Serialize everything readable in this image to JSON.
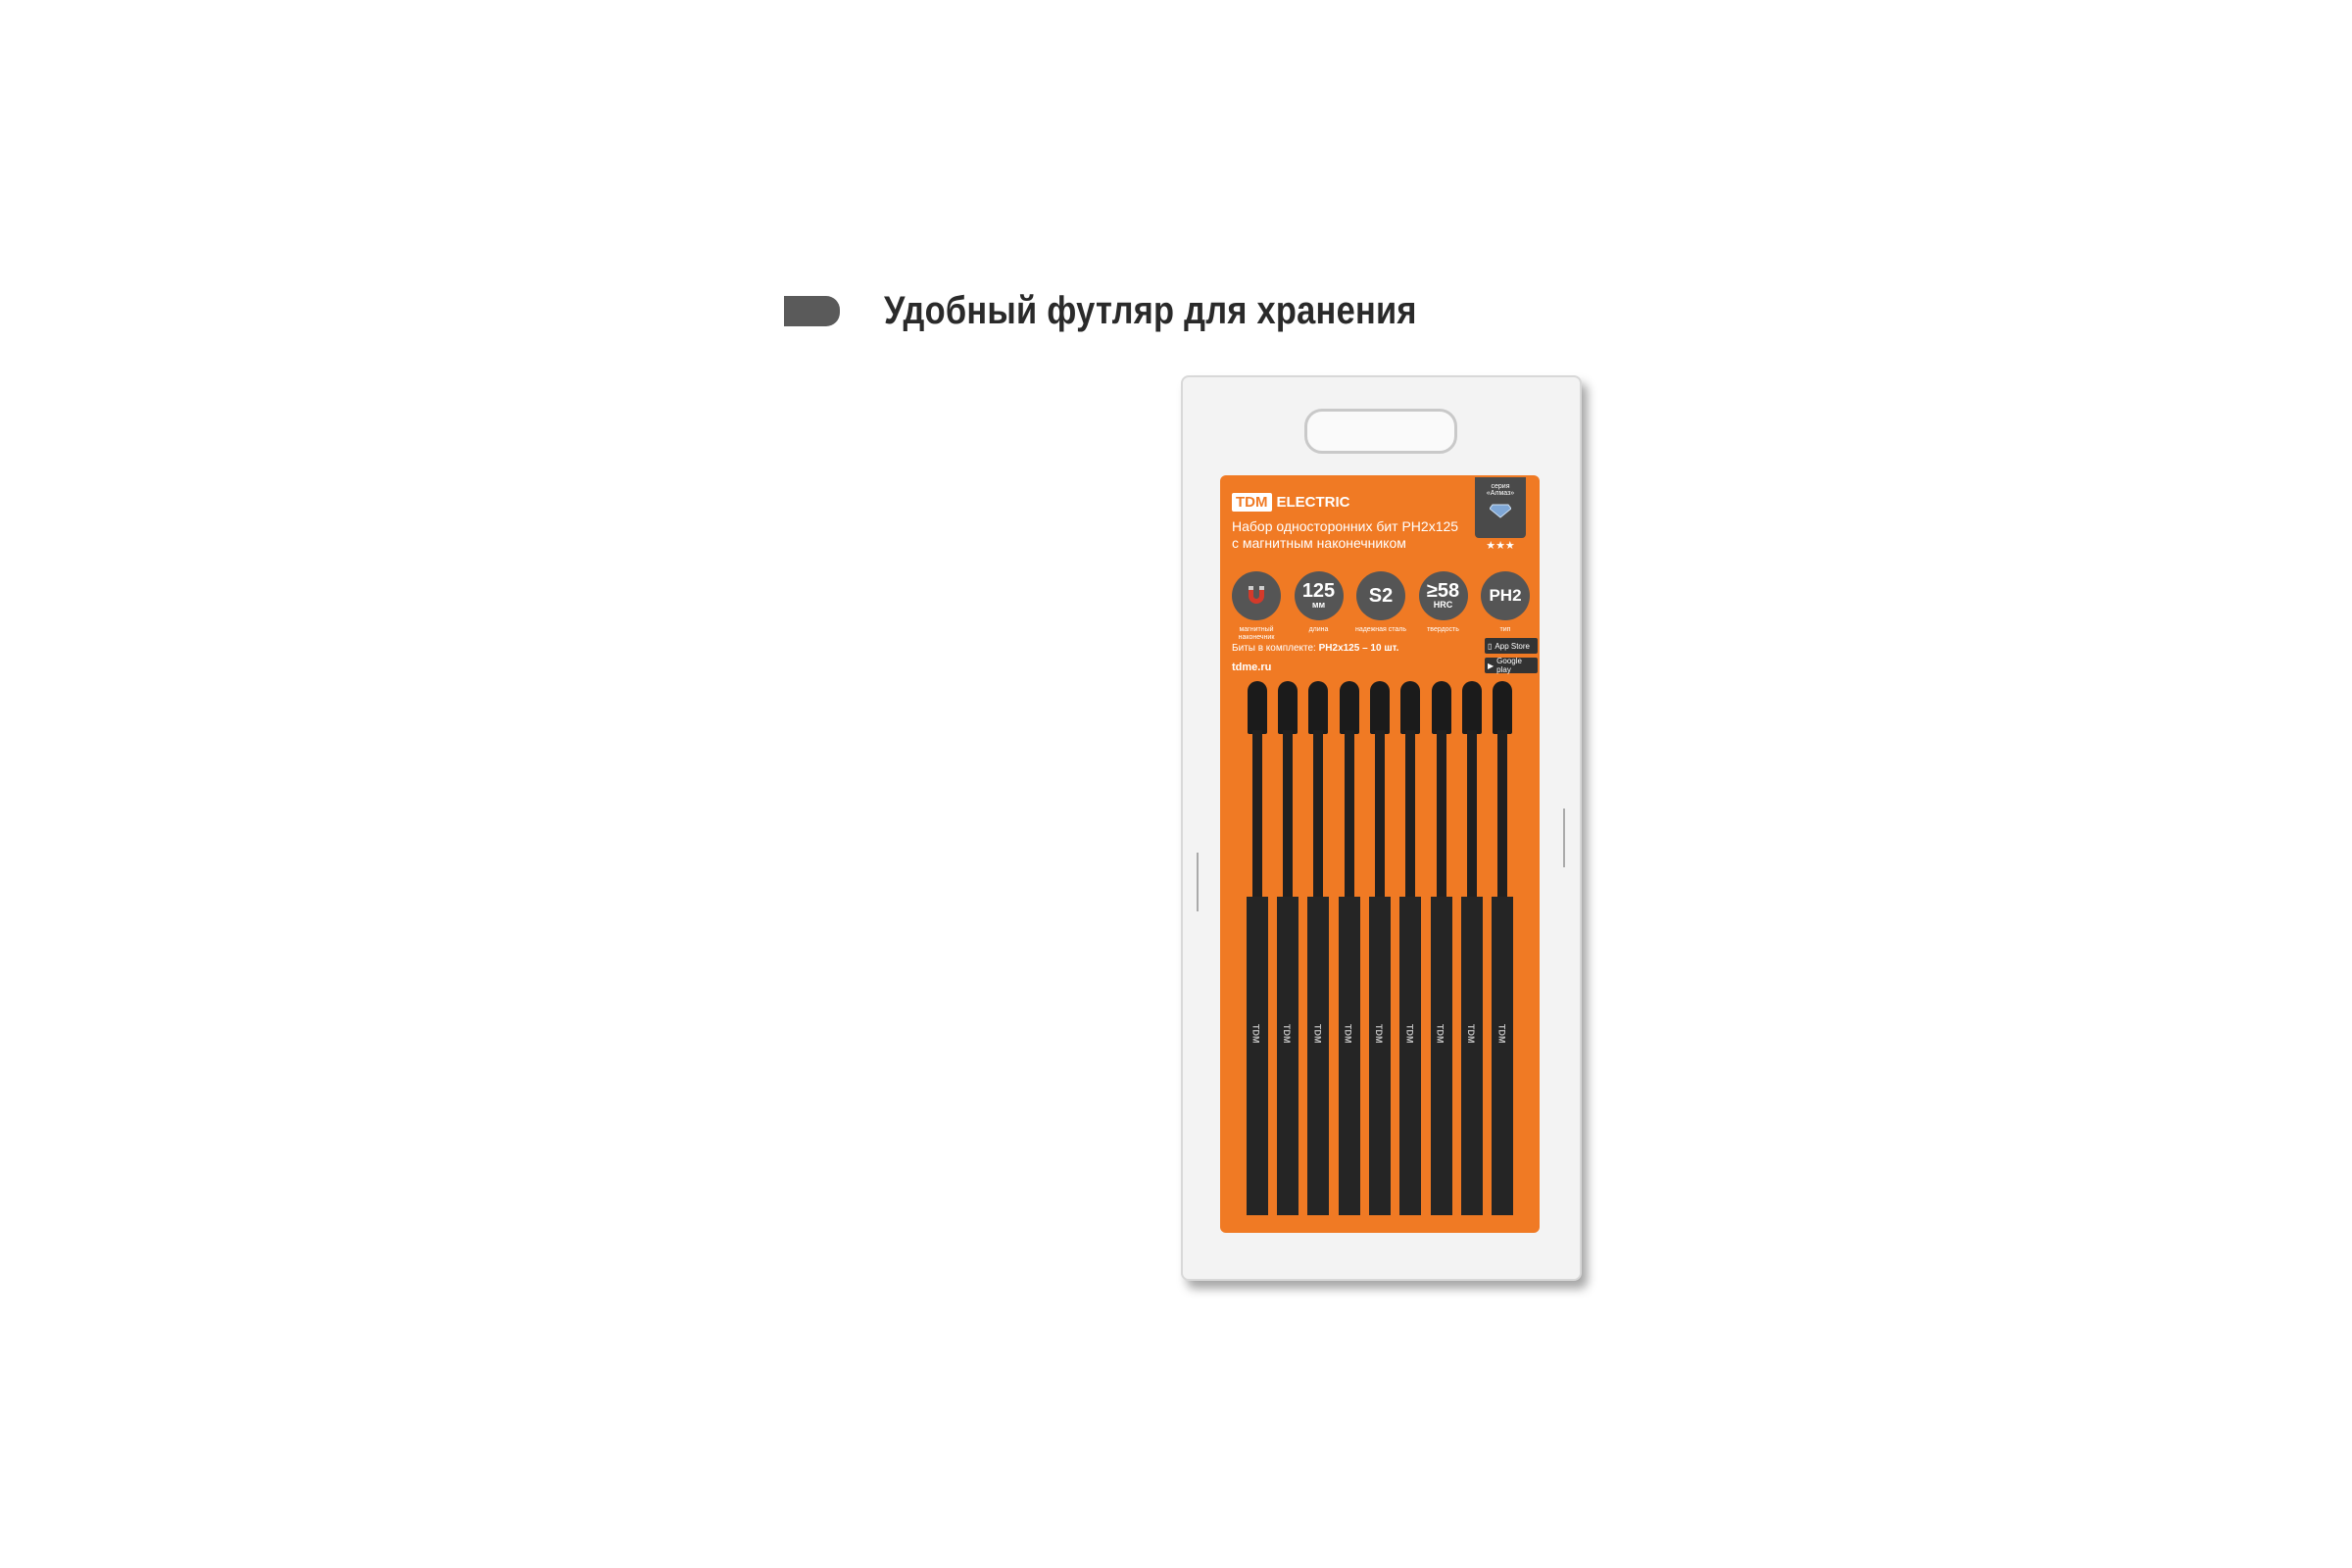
{
  "heading": "Удобный футляр для хранения",
  "package": {
    "brand_box": "TDM",
    "brand_text": "ELECTRIC",
    "title_line1": "Набор односторонних бит PH2x125",
    "title_line2": "с магнитным наконечником",
    "series_label_1": "серия",
    "series_label_2": "«Алмаз»",
    "series_stars": "★★★",
    "features": [
      {
        "main": "",
        "sub": "",
        "label": "магнитный наконечник",
        "icon": "magnet-icon"
      },
      {
        "main": "125",
        "sub": "мм",
        "label": "длина"
      },
      {
        "main": "S2",
        "sub": "",
        "label": "надежная сталь"
      },
      {
        "main": "≥58",
        "sub": "HRC",
        "label": "твердость"
      },
      {
        "main": "PH2",
        "sub": "",
        "label": "тип"
      }
    ],
    "contents_prefix": "Биты в комплекте:",
    "contents_value": "PH2x125 – 10 шт.",
    "site": "tdme.ru",
    "store_1": "App Store",
    "store_2": "Google play",
    "bit_mark": "TDM",
    "bit_count": 9
  },
  "colors": {
    "card": "#f07a24",
    "circle": "#555555",
    "bits": "#1b1b1b"
  }
}
